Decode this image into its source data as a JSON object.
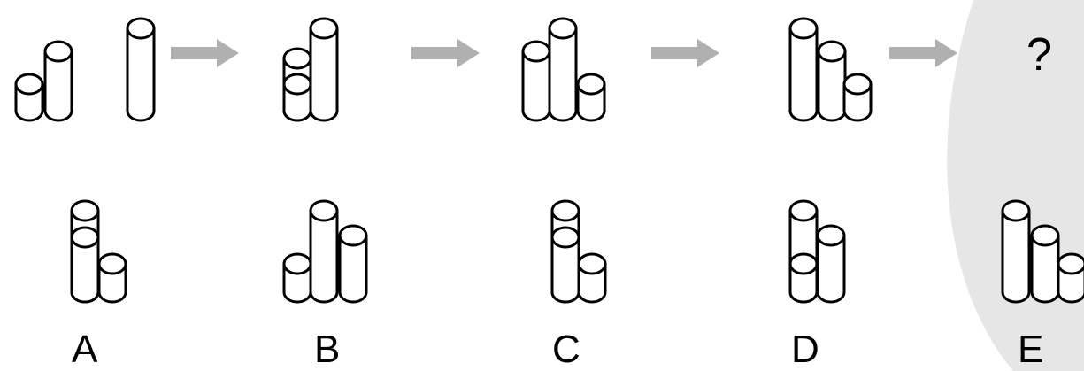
{
  "question_mark": "?",
  "sequence": [
    {
      "id": "step-1a",
      "cylinders": [
        "short",
        "medium"
      ]
    },
    {
      "id": "step-1b",
      "cylinders": [
        "tall"
      ]
    },
    {
      "id": "step-2",
      "cylinders": [
        "short-stacked",
        "tall"
      ]
    },
    {
      "id": "step-3",
      "cylinders": [
        "medium",
        "tall",
        "short"
      ]
    },
    {
      "id": "step-4",
      "cylinders": [
        "tall",
        "medium",
        "short"
      ]
    }
  ],
  "arrows": {
    "count": 4,
    "color": "#b0b0b0"
  },
  "options": [
    {
      "label": "A"
    },
    {
      "label": "B"
    },
    {
      "label": "C"
    },
    {
      "label": "D"
    },
    {
      "label": "E"
    }
  ],
  "colors": {
    "stroke": "#000000",
    "fill": "#ffffff",
    "background_swoosh": "#e6e6e6"
  }
}
